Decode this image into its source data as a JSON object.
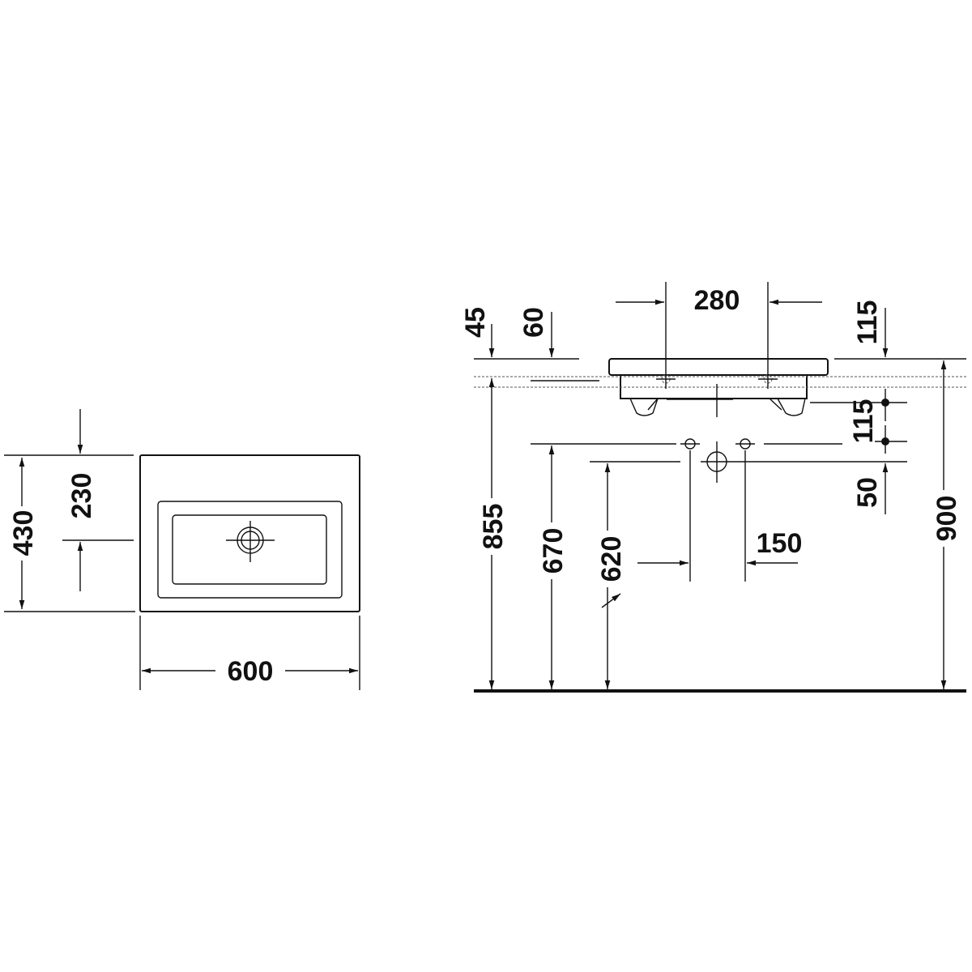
{
  "top_view": {
    "width_label": "600",
    "depth_label": "430",
    "drain_offset_label": "230"
  },
  "side_view": {
    "tap_spacing_label": "280",
    "rim_thickness_label": "45",
    "bowl_depth_label": "60",
    "top_offset_label": "115",
    "supply_offset_label": "115",
    "waste_offset_label": "50",
    "supply_spacing_label": "150",
    "overall_height_label": "900",
    "underside_height_label": "855",
    "supply_height_label": "670",
    "waste_height_label": "620"
  },
  "colors": {
    "line": "#111111",
    "background": "#ffffff"
  }
}
